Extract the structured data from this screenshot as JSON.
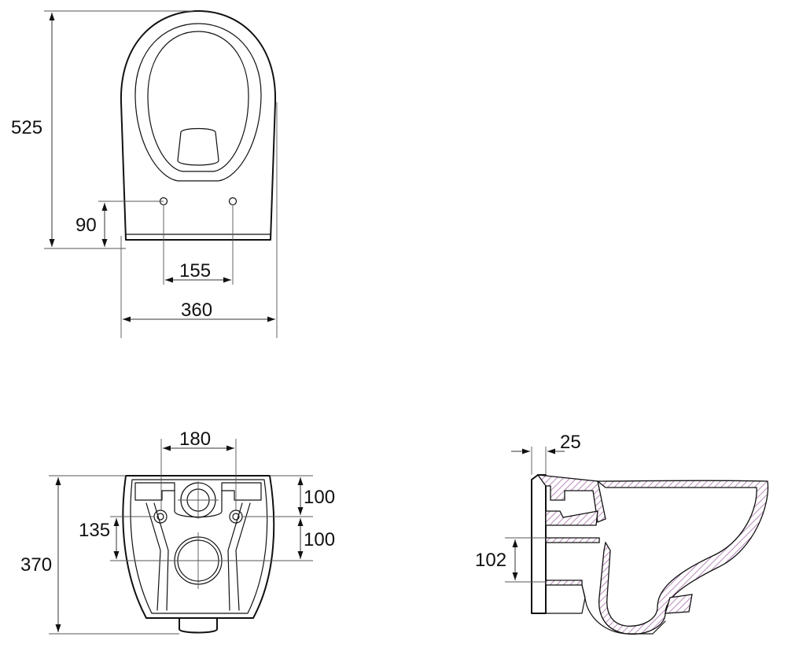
{
  "colors": {
    "line": "#111111",
    "hatch": "#b98ab9"
  },
  "top_view": {
    "dims": {
      "length": "525",
      "bolt_offset": "90",
      "bolt_spacing": "155",
      "width": "360"
    }
  },
  "rear_view": {
    "dims": {
      "bolt_spacing": "180",
      "height": "370",
      "bolt_height": "135",
      "upper": "100",
      "lower": "100"
    }
  },
  "side_section": {
    "dims": {
      "wall_thickness": "25",
      "outlet_height": "102"
    }
  }
}
